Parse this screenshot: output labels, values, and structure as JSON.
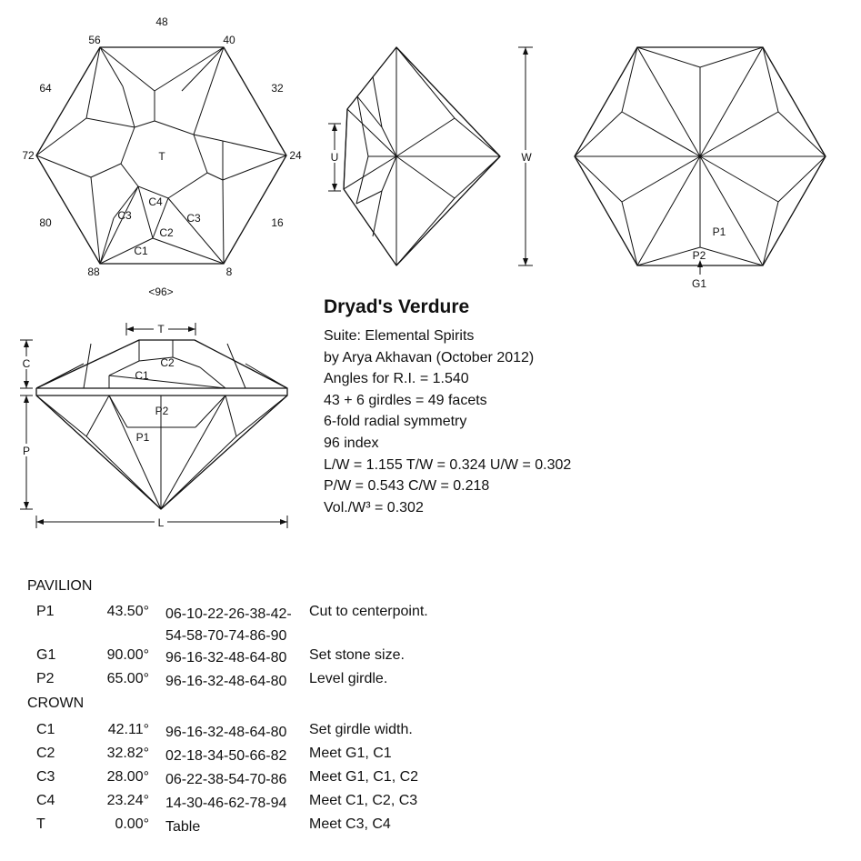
{
  "title": "Dryad's Verdure",
  "info": [
    "Suite: Elemental Spirits",
    "by Arya Akhavan (October 2012)",
    "Angles for R.I. = 1.540",
    "43 + 6 girdles = 49 facets",
    "6-fold radial symmetry",
    "96 index",
    "L/W = 1.155  T/W = 0.324  U/W = 0.302",
    "P/W = 0.543  C/W = 0.218",
    "Vol./W³ = 0.302"
  ],
  "crown_view": {
    "index_labels": {
      "i48": "48",
      "i56": "56",
      "i40": "40",
      "i64": "64",
      "i32": "32",
      "i72": "72",
      "i24": "24",
      "i80": "80",
      "i16": "16",
      "i88": "88",
      "i8": "8"
    },
    "index_gear": "<96>",
    "facet_labels": {
      "T": "T",
      "C4": "C4",
      "C3a": "C3",
      "C3b": "C3",
      "C2": "C2",
      "C1": "C1"
    }
  },
  "side_view": {
    "U": "U",
    "W": "W"
  },
  "pavilion_view": {
    "P1": "P1",
    "P2": "P2",
    "G1": "G1"
  },
  "profile_view": {
    "T": "T",
    "C": "C",
    "P": "P",
    "L": "L",
    "C1": "C1",
    "C2": "C2",
    "P1": "P1",
    "P2": "P2"
  },
  "sections": [
    {
      "heading": "PAVILION",
      "rows": [
        {
          "name": "P1",
          "angle": "43.50°",
          "index": [
            "06-10-22-26-38-42-",
            "54-58-70-74-86-90"
          ],
          "note": "Cut to centerpoint."
        },
        {
          "name": "G1",
          "angle": "90.00°",
          "index": [
            "96-16-32-48-64-80"
          ],
          "note": "Set stone size."
        },
        {
          "name": "P2",
          "angle": "65.00°",
          "index": [
            "96-16-32-48-64-80"
          ],
          "note": "Level girdle."
        }
      ]
    },
    {
      "heading": "CROWN",
      "rows": [
        {
          "name": "C1",
          "angle": "42.11°",
          "index": [
            "96-16-32-48-64-80"
          ],
          "note": "Set girdle width."
        },
        {
          "name": "C2",
          "angle": "32.82°",
          "index": [
            "02-18-34-50-66-82"
          ],
          "note": "Meet G1, C1"
        },
        {
          "name": "C3",
          "angle": "28.00°",
          "index": [
            "06-22-38-54-70-86"
          ],
          "note": "Meet G1, C1, C2"
        },
        {
          "name": "C4",
          "angle": "23.24°",
          "index": [
            "14-30-46-62-78-94"
          ],
          "note": "Meet C1, C2, C3"
        },
        {
          "name": "T",
          "angle": "0.00°",
          "index": [
            "Table"
          ],
          "note": "Meet C3, C4"
        }
      ]
    }
  ]
}
